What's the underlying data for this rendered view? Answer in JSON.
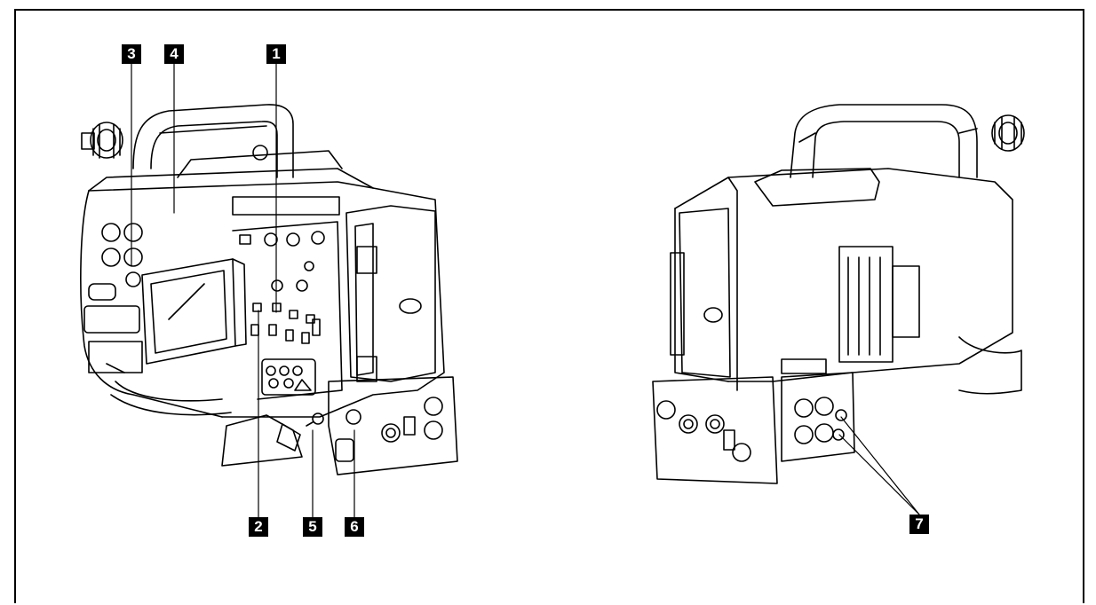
{
  "callouts": {
    "c1": "1",
    "c2": "2",
    "c3": "3",
    "c4": "4",
    "c5": "5",
    "c6": "6",
    "c7": "7"
  },
  "icons": {
    "left_camera": "camera-front-left-view-illustration",
    "right_camera": "camera-rear-right-view-illustration"
  }
}
